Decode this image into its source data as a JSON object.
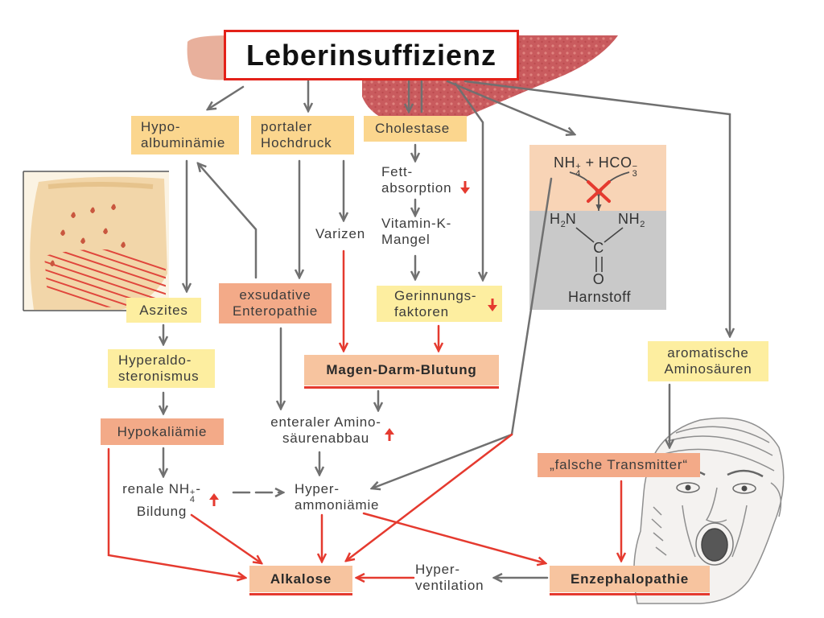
{
  "title": "Leberinsuffizienz",
  "colors": {
    "title_border": "#e32119",
    "arrow_grey": "#707070",
    "arrow_red": "#e53a2f",
    "box_orange": "#fbd68e",
    "box_yellow": "#fdeea0",
    "box_salmon": "#f3aa88",
    "box_peach": "#f7c49f",
    "urea_top": "#f8d4b6",
    "urea_bottom": "#c9c9c9"
  },
  "nodes": {
    "hypoalbuminaemie": {
      "line1": "Hypo-",
      "line2": "albuminämie"
    },
    "portaler_hochdruck": {
      "line1": "portaler",
      "line2": "Hochdruck"
    },
    "cholestase": {
      "label": "Cholestase"
    },
    "fettabsorption": {
      "line1": "Fett-",
      "line2": "absorption",
      "trend_icon": "red-down-arrow-icon"
    },
    "vitamin_k_mangel": {
      "line1": "Vitamin-K-",
      "line2": "Mangel"
    },
    "varizen": {
      "label": "Varizen"
    },
    "aszites": {
      "label": "Aszites"
    },
    "exsudative_enteropathie": {
      "line1": "exsudative",
      "line2": "Enteropathie"
    },
    "gerinnungsfaktoren": {
      "line1": "Gerinnungs-",
      "line2": "faktoren",
      "trend_icon": "red-down-arrow-icon"
    },
    "magen_darm_blutung": {
      "label": "Magen-Darm-Blutung"
    },
    "hyperaldosteronismus": {
      "line1": "Hyperaldo-",
      "line2": "steronismus"
    },
    "hypokaliaemie": {
      "label": "Hypokaliämie"
    },
    "enteraler_aminosaeurenabbau": {
      "line1": "enteraler Amino-",
      "line2": "säurenabbau",
      "trend_icon": "red-up-arrow-icon"
    },
    "renale_nh4_bildung": {
      "line1_prefix": "renale NH",
      "sub": "4",
      "sup": "+",
      "line1_suffix": "-",
      "line2": "Bildung",
      "trend_icon": "red-up-arrow-icon"
    },
    "hyperammoniaemie": {
      "line1": "Hyper-",
      "line2": "ammoniämie"
    },
    "aromatische_aminosaeuren": {
      "line1": "aromatische",
      "line2": "Aminosäuren"
    },
    "falsche_transmitter": {
      "label": "„falsche Transmitter“"
    },
    "alkalose": {
      "label": "Alkalose"
    },
    "hyperventilation": {
      "line1": "Hyper-",
      "line2": "ventilation"
    },
    "enzephalopathie": {
      "label": "Enzephalopathie"
    }
  },
  "urea_cycle": {
    "reactant1": {
      "base": "NH",
      "sub": "4",
      "sup": "+"
    },
    "plus": "+",
    "reactant2": {
      "base": "HCO",
      "sub": "3",
      "sup": "−"
    },
    "blocked_icon": "red-x-icon",
    "product": {
      "left_group": {
        "h": "H",
        "sub": "2",
        "n": "N"
      },
      "right_group": {
        "nh": "NH",
        "sub": "2"
      },
      "carbon": "C",
      "oxygen": "O",
      "name": "Harnstoff"
    }
  }
}
